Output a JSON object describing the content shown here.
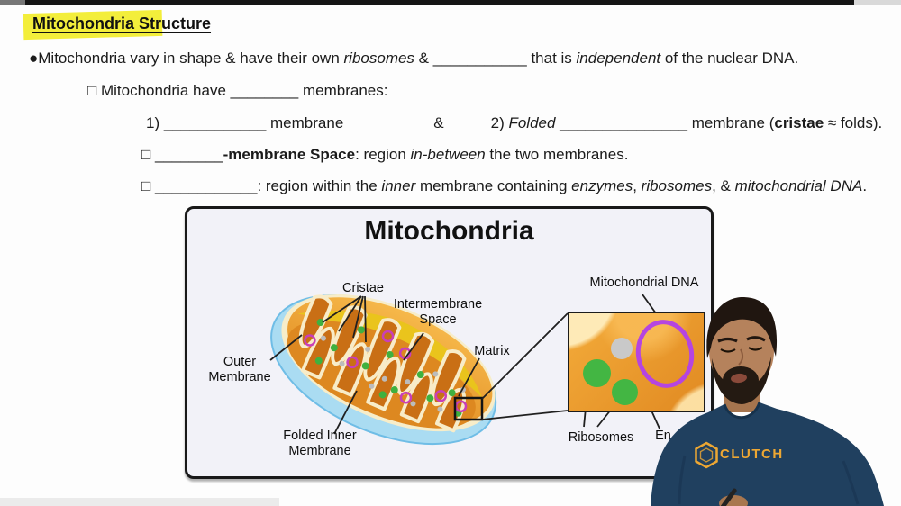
{
  "header": {
    "title": "Mitochondria Structure",
    "highlight_color": "#f3ee3b"
  },
  "notes": {
    "line1": {
      "pre": "●Mitochondria vary in shape & have their own ",
      "it1": "ribosomes",
      "mid": " & ___________ that is ",
      "it2": "independent",
      "post": " of the nuclear DNA."
    },
    "line2": {
      "text": "□ Mitochondria have ________ membranes:"
    },
    "line3": {
      "a": "1) ____________ membrane",
      "amp": "&",
      "b1": "2) ",
      "b_italic": "Folded",
      "b2": " _______________ membrane (",
      "b_bold": "cristae",
      "b3": " ≈ folds)."
    },
    "line4": {
      "s1": "□ ________",
      "bold": "-membrane Space",
      "s2": ": region ",
      "italic": "in-between",
      "s3": " the two membranes."
    },
    "line5": {
      "s1": "□ ____________: region within the ",
      "i1": "inner",
      "s2": " membrane containing ",
      "i2": "enzymes",
      "s3": ", ",
      "i3": "ribosomes",
      "s4": ", & ",
      "i4": "mitochondrial DNA",
      "s5": "."
    }
  },
  "diagram": {
    "title": "Mitochondria",
    "labels": {
      "cristae": "Cristae",
      "intermembrane_line1": "Intermembrane",
      "intermembrane_line2": "Space",
      "matrix": "Matrix",
      "outer_line1": "Outer",
      "outer_line2": "Membrane",
      "inner_line1": "Folded Inner",
      "inner_line2": "Membrane",
      "mito_dna": "Mitochondrial DNA",
      "ribosomes": "Ribosomes",
      "enzymes_partial": "En"
    },
    "colors": {
      "outer_membrane_blue": "#aadcf2",
      "body_orange": "#e8952c",
      "intermembrane_yellow": "#e9c51a",
      "cristae_cream": "#f8ecc8",
      "ribosome_green": "#43b643",
      "dna_purple": "#b545e0",
      "dna_ring_magenta": "#c93fb8",
      "enzyme_gray": "#c9c9c9"
    }
  },
  "presenter": {
    "shirt_text": "CLUTCH",
    "shirt_color": "#20405f",
    "logo_gold": "#eda733"
  }
}
